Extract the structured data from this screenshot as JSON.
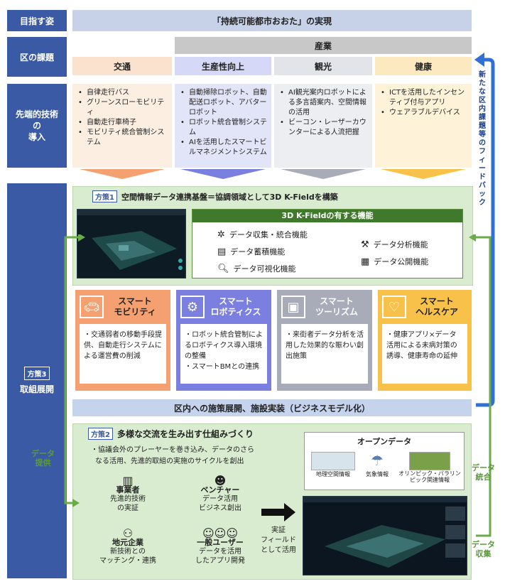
{
  "row_labels": {
    "goal": "目指す姿",
    "issues": "区の課題",
    "tech_line1": "先端的技術",
    "tech_line2": "の",
    "tech_line3": "導入",
    "deploy_badge": "方策3",
    "deploy": "取組展開"
  },
  "goal_text": "「持続可能都市おおた」の実現",
  "industry": "産業",
  "categories": [
    "交通",
    "生産性向上",
    "観光",
    "健康"
  ],
  "tech": [
    [
      "自律走行バス",
      "グリーンスローモビリティ",
      "自動走行車椅子",
      "モビリティ統合管制システム"
    ],
    [
      "自動掃除ロボット、自動配送ロボット、アバターロボット",
      "ロボット統合管制システム",
      "AIを活用したスマートビルマネジメントシステム"
    ],
    [
      "AI観光案内ロボットによる多言語案内、空間情報の活用",
      "ビーコン・レーザーカウンターによる人流把握"
    ],
    [
      "ICTを活用したインセンティブ付与アプリ",
      "ウェアラブルデバイス"
    ]
  ],
  "feedback_label": "新たな区内課題等のフィードバック",
  "measure1": {
    "badge": "方策1",
    "title": "空間情報データ連携基盤＝協調領域として3D  K-Fieldを構築",
    "func_title": "3D K-Fieldの有する機能",
    "functions": [
      "データ収集・統合機能",
      "データ蓄積機能",
      "データ可視化機能",
      "データ分析機能",
      "データ公開機能"
    ]
  },
  "smart": [
    {
      "title": "スマートモビリティ",
      "body": "・交通弱者の移動手段提供、自動走行システムによる運営費の削減"
    },
    {
      "title": "スマートロボティクス",
      "body": "・ロボット統合管制によるロボティクス導入環境の整備\n・スマートBMとの連携"
    },
    {
      "title": "スマートツーリズム",
      "body": "・来街者データ分析を活用した効果的な賑わい創出施策"
    },
    {
      "title": "スマートヘルスケア",
      "body": "・健康アプリ×データ活用による未病対策の誘導、健康寿命の延伸"
    }
  ],
  "smart_titles_split": [
    [
      "スマート",
      "モビリティ"
    ],
    [
      "スマート",
      "ロボティクス"
    ],
    [
      "スマート",
      "ツーリズム"
    ],
    [
      "スマート",
      "ヘルスケア"
    ]
  ],
  "bottom_bar": "区内への施策展開、施設実装（ビジネスモデル化）",
  "measure2": {
    "badge": "方策2",
    "title": "多様な交流を生み出す仕組みづくり",
    "desc_line1": "・協議会外のプレーヤーを巻き込み、データのさら",
    "desc_line2": "なる活用、先進的取組の実施のサイクルを創出",
    "actors": [
      {
        "name": "事業者",
        "line1": "先進的技術",
        "line2": "の実証"
      },
      {
        "name": "ベンチャー",
        "line1": "データ活用",
        "line2": "ビジネス創出"
      },
      {
        "name": "地元企業",
        "line1": "新技術との",
        "line2": "マッチング・連携"
      },
      {
        "name": "一般ユーザー",
        "line1": "データを活用",
        "line2": "したアプリ開発"
      }
    ],
    "field_line1": "実証",
    "field_line2": "フィールド",
    "field_line3": "として活用",
    "open_data_title": "オープンデータ",
    "open_data_items": [
      "地理空間情報",
      "気象情報",
      "オリンピック・パラリンピック関連情報"
    ]
  },
  "side_labels": {
    "provide_1": "データ",
    "provide_2": "提供",
    "integrate_1": "データ",
    "integrate_2": "統合",
    "collect_1": "データ",
    "collect_2": "収集"
  },
  "colors": {
    "navy": "#3b5aa5",
    "mobility": "#f4a070",
    "robotics": "#7b80e0",
    "tourism": "#a7acb8",
    "health": "#f8c24a",
    "green": "#6aab4a"
  }
}
